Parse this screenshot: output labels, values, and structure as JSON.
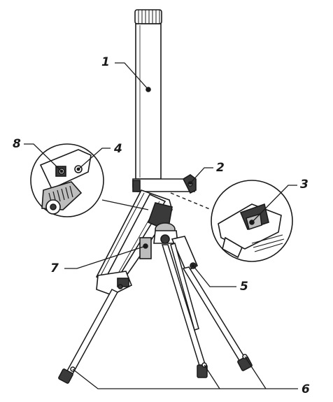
{
  "figure": {
    "callouts": [
      {
        "id": "c1",
        "label": "1"
      },
      {
        "id": "c2",
        "label": "2"
      },
      {
        "id": "c3",
        "label": "3"
      },
      {
        "id": "c4",
        "label": "4"
      },
      {
        "id": "c5",
        "label": "5"
      },
      {
        "id": "c6",
        "label": "6"
      },
      {
        "id": "c7",
        "label": "7"
      },
      {
        "id": "c8",
        "label": "8"
      }
    ],
    "colors": {
      "stroke": "#1a1a1a",
      "fill": "#ffffff",
      "shade": "#bdbdbd",
      "dark": "#3a3a3a"
    }
  }
}
